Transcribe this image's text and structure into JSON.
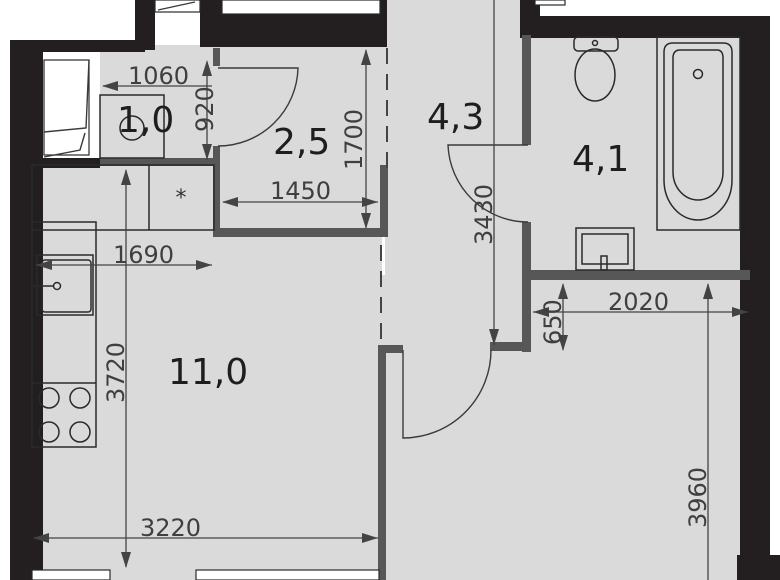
{
  "plan": {
    "rooms": [
      {
        "id": "wc-small",
        "area": "1,0"
      },
      {
        "id": "hall-closet",
        "area": "2,5"
      },
      {
        "id": "corridor",
        "area": "4,3"
      },
      {
        "id": "bathroom",
        "area": "4,1"
      },
      {
        "id": "kitchen-living",
        "area": "11,0"
      }
    ],
    "dimensions": {
      "d1060": "1060",
      "d920": "920",
      "d1700": "1700",
      "d1450": "1450",
      "d3430": "3430",
      "d1690": "1690",
      "d3720": "3720",
      "d3220": "3220",
      "d650": "650",
      "d2020": "2020",
      "d3960": "3960"
    },
    "fixtures": {
      "fridge_symbol": "*"
    },
    "colors": {
      "floor": "#dadada",
      "outer_wall": "#231f20",
      "inner_wall": "#575757",
      "text": "#1e1e1e"
    }
  }
}
